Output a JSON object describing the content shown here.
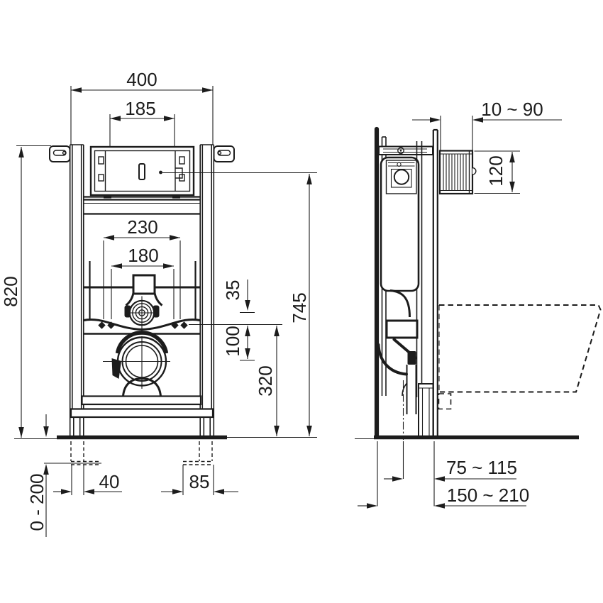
{
  "drawing": {
    "colors": {
      "line": "#1c1c1c",
      "background": "#ffffff"
    },
    "labels": {
      "d400": "400",
      "d185": "185",
      "d230": "230",
      "d180": "180",
      "d820": "820",
      "d745": "745",
      "d35": "35",
      "d100": "100",
      "d320": "320",
      "d40": "40",
      "d85": "85",
      "d0_200": "0 - 200",
      "d10_90": "10 ~ 90",
      "d120": "120",
      "d75_115": "75 ~ 115",
      "d150_210": "150 ~ 210"
    }
  }
}
